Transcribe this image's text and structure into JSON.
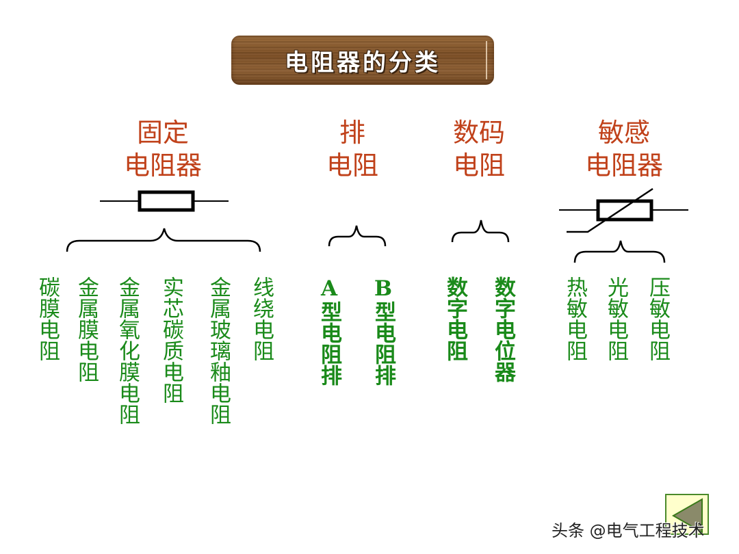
{
  "banner": {
    "title": "电阻器的分类",
    "color": "#8a5a2e"
  },
  "categories": [
    {
      "id": "fixed",
      "title_line1": "固定",
      "title_line2": "电阻器",
      "items": [
        "碳膜电阻",
        "金属膜电阻",
        "金属氧化膜电阻",
        "实芯碳质电阻",
        "金属玻璃釉电阻",
        "线绕电阻"
      ]
    },
    {
      "id": "network",
      "title_line1": "排",
      "title_line2": "电阻",
      "items": [
        "A型电阻排",
        "B型电阻排"
      ]
    },
    {
      "id": "digital",
      "title_line1": "数码",
      "title_line2": "电阻",
      "items": [
        "数字电阻",
        "数字电位器"
      ]
    },
    {
      "id": "sensitive",
      "title_line1": "敏感",
      "title_line2": "电阻器",
      "items": [
        "热敏电阻",
        "光敏电阻",
        "压敏电阻"
      ]
    }
  ],
  "colors": {
    "title": "#c0411a",
    "items": "#1a8a1a",
    "lines": "#000000"
  },
  "navigation": {
    "prev_icon": "triangle-left-icon"
  },
  "watermark": "头条 @电气工程技术"
}
